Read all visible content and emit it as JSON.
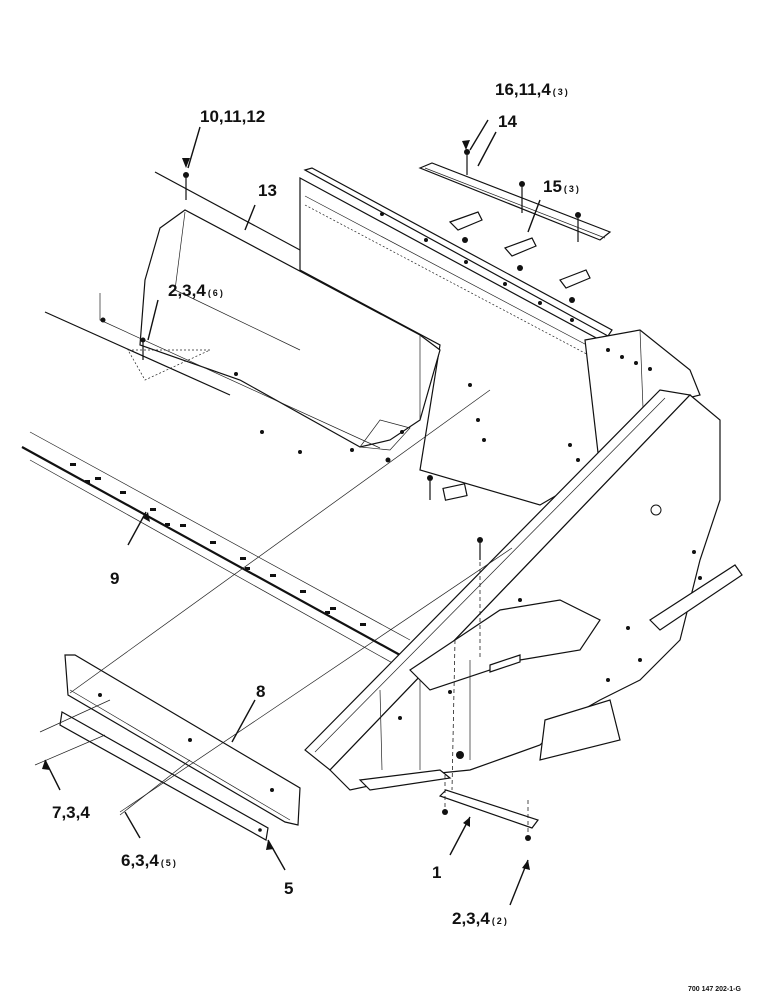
{
  "drawing": {
    "callouts": {
      "c1": {
        "main": "1"
      },
      "c5": {
        "main": "5"
      },
      "c8": {
        "main": "8"
      },
      "c9": {
        "main": "9"
      },
      "c13": {
        "main": "13"
      },
      "c14": {
        "main": "14"
      },
      "c10_11_12": {
        "main": "10,11,12"
      },
      "c16_11_4": {
        "main": "16,11,4",
        "qty": "(3)"
      },
      "c15": {
        "main": "15",
        "qty": "(3)"
      },
      "c2_3_4_top": {
        "main": "2,3,4",
        "qty": "(6)"
      },
      "c2_3_4_bottom": {
        "main": "2,3,4",
        "qty": "(2)"
      },
      "c7_3_4": {
        "main": "7,3,4"
      },
      "c6_3_4": {
        "main": "6,3,4",
        "qty": "(5)"
      }
    },
    "drawing_number": "700 147 202-1-G"
  }
}
